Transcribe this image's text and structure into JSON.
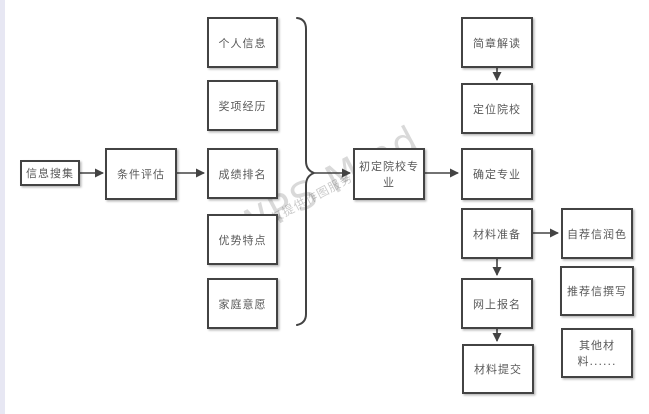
{
  "watermark": {
    "large": "WPS Mind",
    "small": "WPS仅提供作图服务"
  },
  "colors": {
    "node_border": "#434343",
    "node_text": "#595959",
    "connector": "#434343",
    "left_strip": "#e7e7f3",
    "background": "#ffffff"
  },
  "nodes": [
    {
      "id": "info-collection",
      "label": "信息搜集"
    },
    {
      "id": "condition-evaluation",
      "label": "条件评估"
    },
    {
      "id": "personal-info",
      "label": "个人信息"
    },
    {
      "id": "awards-experience",
      "label": "奖项经历"
    },
    {
      "id": "grade-ranking",
      "label": "成绩排名"
    },
    {
      "id": "strength-traits",
      "label": "优势特点"
    },
    {
      "id": "family-wishes",
      "label": "家庭意愿"
    },
    {
      "id": "initial-college-major",
      "label": "初定院校专业"
    },
    {
      "id": "brochure-reading",
      "label": "简章解读"
    },
    {
      "id": "locate-colleges",
      "label": "定位院校"
    },
    {
      "id": "confirm-major",
      "label": "确定专业"
    },
    {
      "id": "material-preparation",
      "label": "材料准备"
    },
    {
      "id": "online-registration",
      "label": "网上报名"
    },
    {
      "id": "material-submission",
      "label": "材料提交"
    },
    {
      "id": "self-recommendation-polish",
      "label": "自荐信润色"
    },
    {
      "id": "recommendation-writing",
      "label": "推荐信撰写"
    },
    {
      "id": "other-materials",
      "label": "其他材料......"
    }
  ]
}
